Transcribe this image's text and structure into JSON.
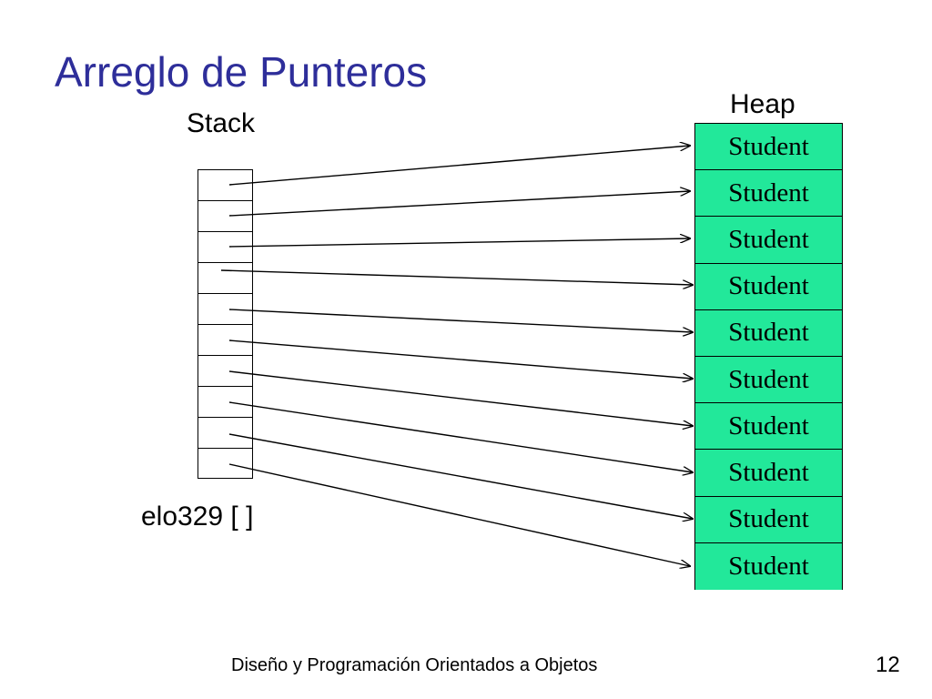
{
  "title": "Arreglo de Punteros",
  "stack_label": "Stack",
  "heap_label": "Heap",
  "array_label": "elo329 [ ]",
  "heap_items": [
    "Student",
    "Student",
    "Student",
    "Student",
    "Student",
    "Student",
    "Student",
    "Student",
    "Student",
    "Student"
  ],
  "stack_cell_count": 10,
  "footer": "Diseño y Programación Orientados a Objetos",
  "page_number": "12",
  "colors": {
    "title": "#2e2e9a",
    "heap_fill": "#22e89a"
  }
}
